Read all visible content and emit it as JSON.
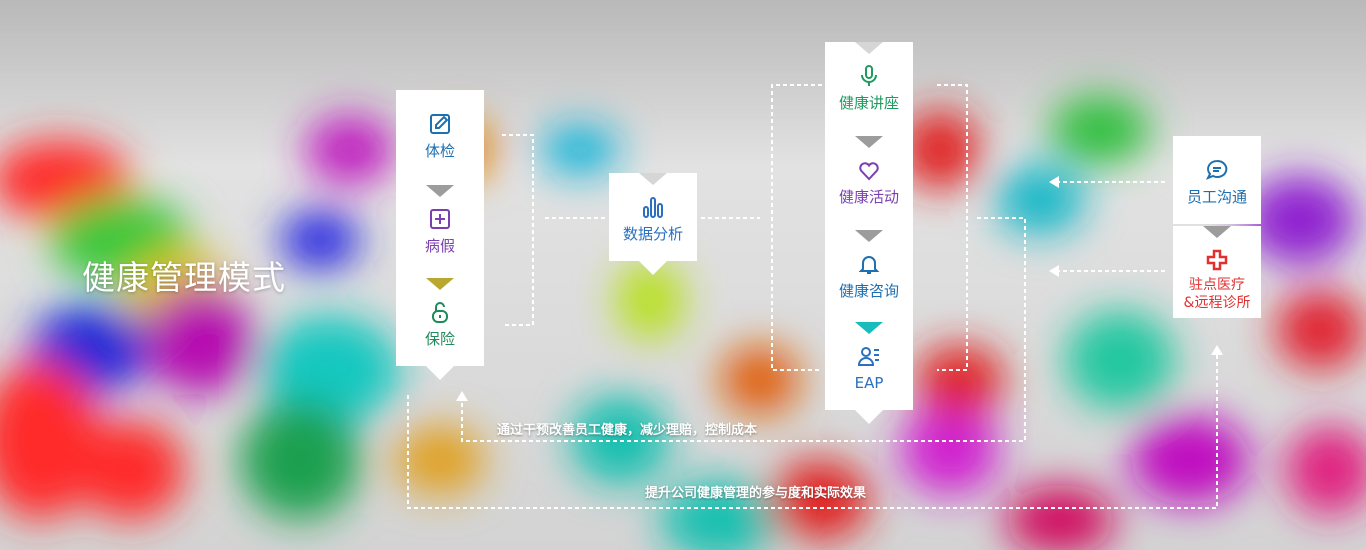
{
  "title": "健康管理模式",
  "group_a": [
    {
      "label": "体检",
      "icon": "edit-icon",
      "color": "#1e6fb0"
    },
    {
      "label": "病假",
      "icon": "plus-square-icon",
      "color": "#7a3fb0"
    },
    {
      "label": "保险",
      "icon": "lock-icon",
      "color": "#1f8a5a"
    }
  ],
  "center": {
    "label": "数据分析",
    "icon": "bar-chart-icon",
    "color": "#2a6fc0"
  },
  "group_b": [
    {
      "label": "健康讲座",
      "icon": "microphone-icon",
      "color": "#1f9a60"
    },
    {
      "label": "健康活动",
      "icon": "heart-icon",
      "color": "#7a3fb0"
    },
    {
      "label": "健康咨询",
      "icon": "bell-icon",
      "color": "#1e6fb0"
    },
    {
      "label": "EAP",
      "icon": "people-list-icon",
      "color": "#2a6fc0"
    }
  ],
  "group_c": [
    {
      "label": "员工沟通",
      "icon": "chat-bubble-icon",
      "color": "#1e6fb0"
    },
    {
      "label": "驻点医疗\n&远程诊所",
      "icon": "red-cross-icon",
      "color": "#e23030"
    }
  ],
  "captions": {
    "inner": "通过干预改善员工健康，减少理赔，控制成本",
    "outer": "提升公司健康管理的参与度和实际效果"
  }
}
